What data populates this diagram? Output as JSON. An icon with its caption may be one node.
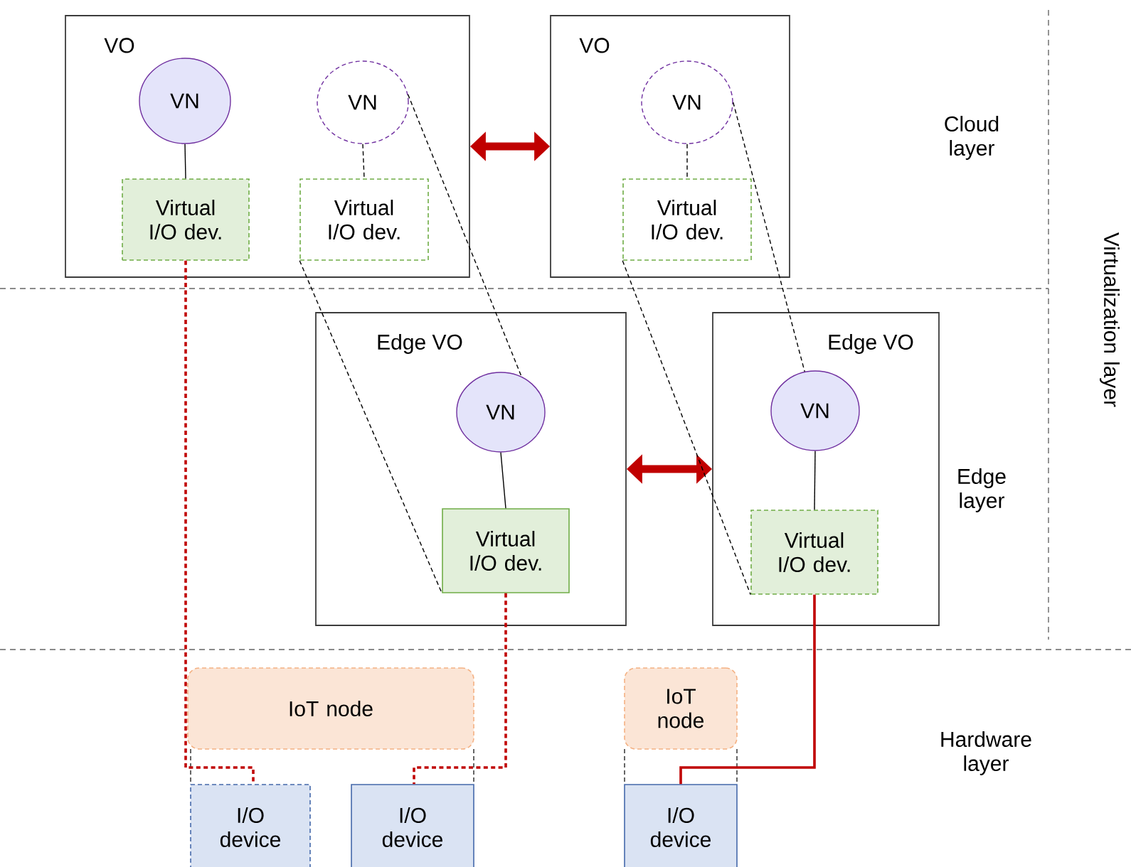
{
  "diagram": {
    "nodes": [
      {
        "text": [
          "VO"
        ]
      },
      {
        "text": [
          "VN"
        ],
        "in": 0
      },
      {
        "text": [
          "Virtual I/O dev."
        ],
        "in": 0
      },
      {
        "text": [
          "VN"
        ],
        "in": 0
      },
      {
        "text": [
          "Virtual I/O dev."
        ],
        "in": 0
      },
      {
        "text": [
          "VO"
        ]
      },
      {
        "text": [
          "VN"
        ],
        "in": 5
      },
      {
        "text": [
          "Virtual I/O dev."
        ],
        "in": 5
      },
      {
        "text": [
          "Edge VO"
        ]
      },
      {
        "text": [
          "VN"
        ],
        "in": 8
      },
      {
        "text": [
          "Virtual I/O dev."
        ],
        "in": 8
      },
      {
        "text": [
          "Edge VO"
        ]
      },
      {
        "text": [
          "VN"
        ],
        "in": 11
      },
      {
        "text": [
          "Virtual I/O dev."
        ],
        "in": 11
      },
      {
        "text": [
          "IoT node"
        ]
      },
      {
        "text": [
          "IoT node"
        ]
      },
      {
        "text": [
          "I/O device"
        ]
      },
      {
        "text": [
          "I/O device"
        ]
      },
      {
        "text": [
          "I/O device"
        ]
      }
    ],
    "edges": [
      {
        "from": 1,
        "to": 2,
        "arrow": "none"
      },
      {
        "from": 3,
        "to": 4,
        "arrow": "none",
        "style": "dashed"
      },
      {
        "from": 6,
        "to": 7,
        "arrow": "none",
        "style": "dashed"
      },
      {
        "from": 9,
        "to": 10,
        "arrow": "none"
      },
      {
        "from": 12,
        "to": 13,
        "arrow": "none"
      },
      {
        "from": 0,
        "to": 5,
        "arrow": "both",
        "style": "thick",
        "color": "#c00000"
      },
      {
        "from": 8,
        "to": 11,
        "arrow": "both",
        "style": "thick",
        "color": "#c00000"
      },
      {
        "from": 3,
        "to": 9,
        "arrow": "none",
        "style": "dashed"
      },
      {
        "from": 4,
        "to": 10,
        "arrow": "none",
        "style": "dashed"
      },
      {
        "from": 6,
        "to": 12,
        "arrow": "none",
        "style": "dashed"
      },
      {
        "from": 7,
        "to": 13,
        "arrow": "none",
        "style": "dashed"
      },
      {
        "from": 2,
        "to": 16,
        "arrow": "none",
        "style": "dashed",
        "color": "#c00000"
      },
      {
        "from": 10,
        "to": 17,
        "arrow": "none",
        "style": "dashed",
        "color": "#c00000"
      },
      {
        "from": 13,
        "to": 18,
        "arrow": "none",
        "color": "#c00000"
      }
    ],
    "labels": [
      "Cloud layer",
      "Virtualization layer",
      "Edge layer",
      "Hardware layer"
    ]
  }
}
